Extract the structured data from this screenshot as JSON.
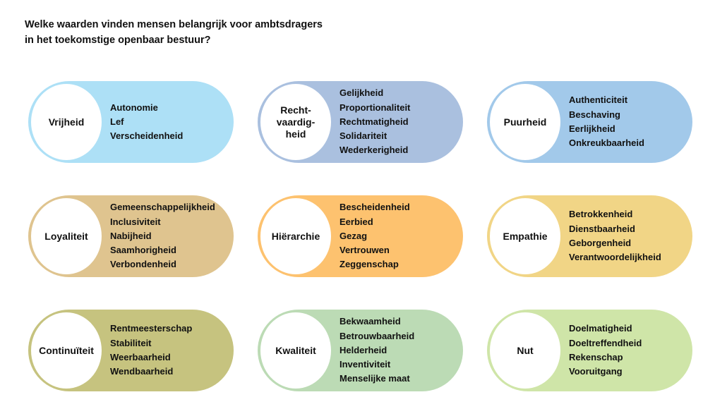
{
  "title": {
    "line1": "Welke waarden vinden mensen belangrijk voor ambtsdragers",
    "line2": "in het toekomstige openbaar bestuur?"
  },
  "categories": [
    {
      "label_lines": [
        "Vrijheid"
      ],
      "color": "#ade0f6",
      "values": [
        "Autonomie",
        "Lef",
        "Verscheidenheid"
      ]
    },
    {
      "label_lines": [
        "Recht-",
        "vaardig-",
        "heid"
      ],
      "color": "#aac0df",
      "values": [
        "Gelijkheid",
        "Proportionaliteit",
        "Rechtmatigheid",
        "Solidariteit",
        "Wederkerigheid"
      ]
    },
    {
      "label_lines": [
        "Puurheid"
      ],
      "color": "#a2c9ea",
      "values": [
        "Authenticiteit",
        "Beschaving",
        "Eerlijkheid",
        "Onkreukbaarheid"
      ]
    },
    {
      "label_lines": [
        "Loyaliteit"
      ],
      "color": "#dfc48f",
      "values": [
        "Gemeenschappelijkheid",
        "Inclusiviteit",
        "Nabijheid",
        "Saamhorigheid",
        "Verbondenheid"
      ]
    },
    {
      "label_lines": [
        "Hiërarchie"
      ],
      "color": "#fdc26f",
      "values": [
        "Bescheidenheid",
        "Eerbied",
        "Gezag",
        "Vertrouwen",
        "Zeggenschap"
      ]
    },
    {
      "label_lines": [
        "Empathie"
      ],
      "color": "#f1d586",
      "values": [
        "Betrokkenheid",
        "Dienstbaarheid",
        "Geborgenheid",
        "Verantwoordelijkheid"
      ]
    },
    {
      "label_lines": [
        "Continuïteit"
      ],
      "color": "#c6c37f",
      "values": [
        "Rentmeesterschap",
        "Stabiliteit",
        "Weerbaarheid",
        "Wendbaarheid"
      ]
    },
    {
      "label_lines": [
        "Kwaliteit"
      ],
      "color": "#bcdbb5",
      "values": [
        "Bekwaamheid",
        "Betrouwbaarheid",
        "Helderheid",
        "Inventiviteit",
        "Menselijke maat"
      ]
    },
    {
      "label_lines": [
        "Nut"
      ],
      "color": "#cfe5a8",
      "values": [
        "Doelmatigheid",
        "Doeltreffendheid",
        "Rekenschap",
        "Vooruitgang"
      ]
    }
  ]
}
